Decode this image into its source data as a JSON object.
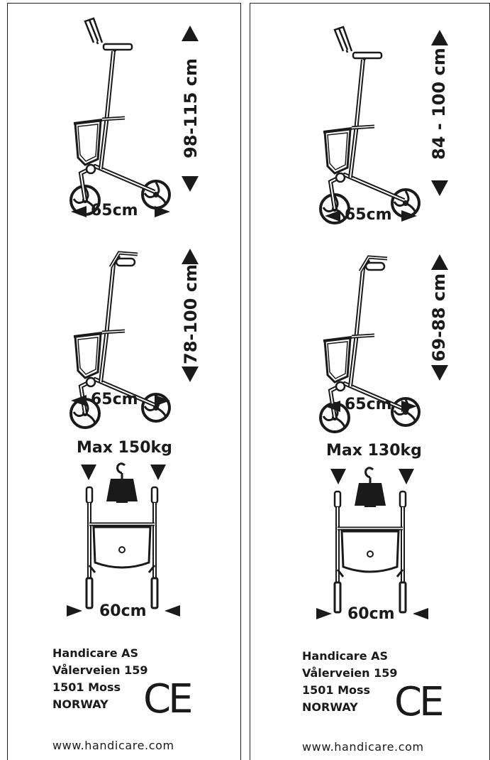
{
  "left_panel": {
    "height_1": "98-115 cm",
    "width_1": "65cm",
    "height_2": "78-100 cm",
    "width_2": "65cm",
    "max_load": "Max 150kg",
    "width_3": "60cm",
    "address": [
      "Handicare AS",
      "Vålerveien 159",
      "1501 Moss",
      "NORWAY"
    ],
    "ce_mark": "CE",
    "url": "www.handicare.com"
  },
  "right_panel": {
    "height_1": "84 - 100 cm",
    "width_1": "65cm",
    "height_2": "69-88 cm",
    "width_2": "65cm",
    "max_load": "Max 130kg",
    "width_3": "60cm",
    "address": [
      "Handicare AS",
      "Vålerveien 159",
      "1501 Moss",
      "NORWAY"
    ],
    "ce_mark": "CE",
    "url": "www.handicare.com"
  },
  "colors": {
    "ink": "#1a1a1a",
    "background": "#ffffff"
  },
  "icons": [
    "rollator-with-seat-icon",
    "rollator-icon",
    "rollator-front-weight-icon",
    "arrow-up-icon",
    "arrow-down-icon",
    "arrow-left-icon",
    "arrow-right-icon",
    "ce-mark-icon"
  ]
}
